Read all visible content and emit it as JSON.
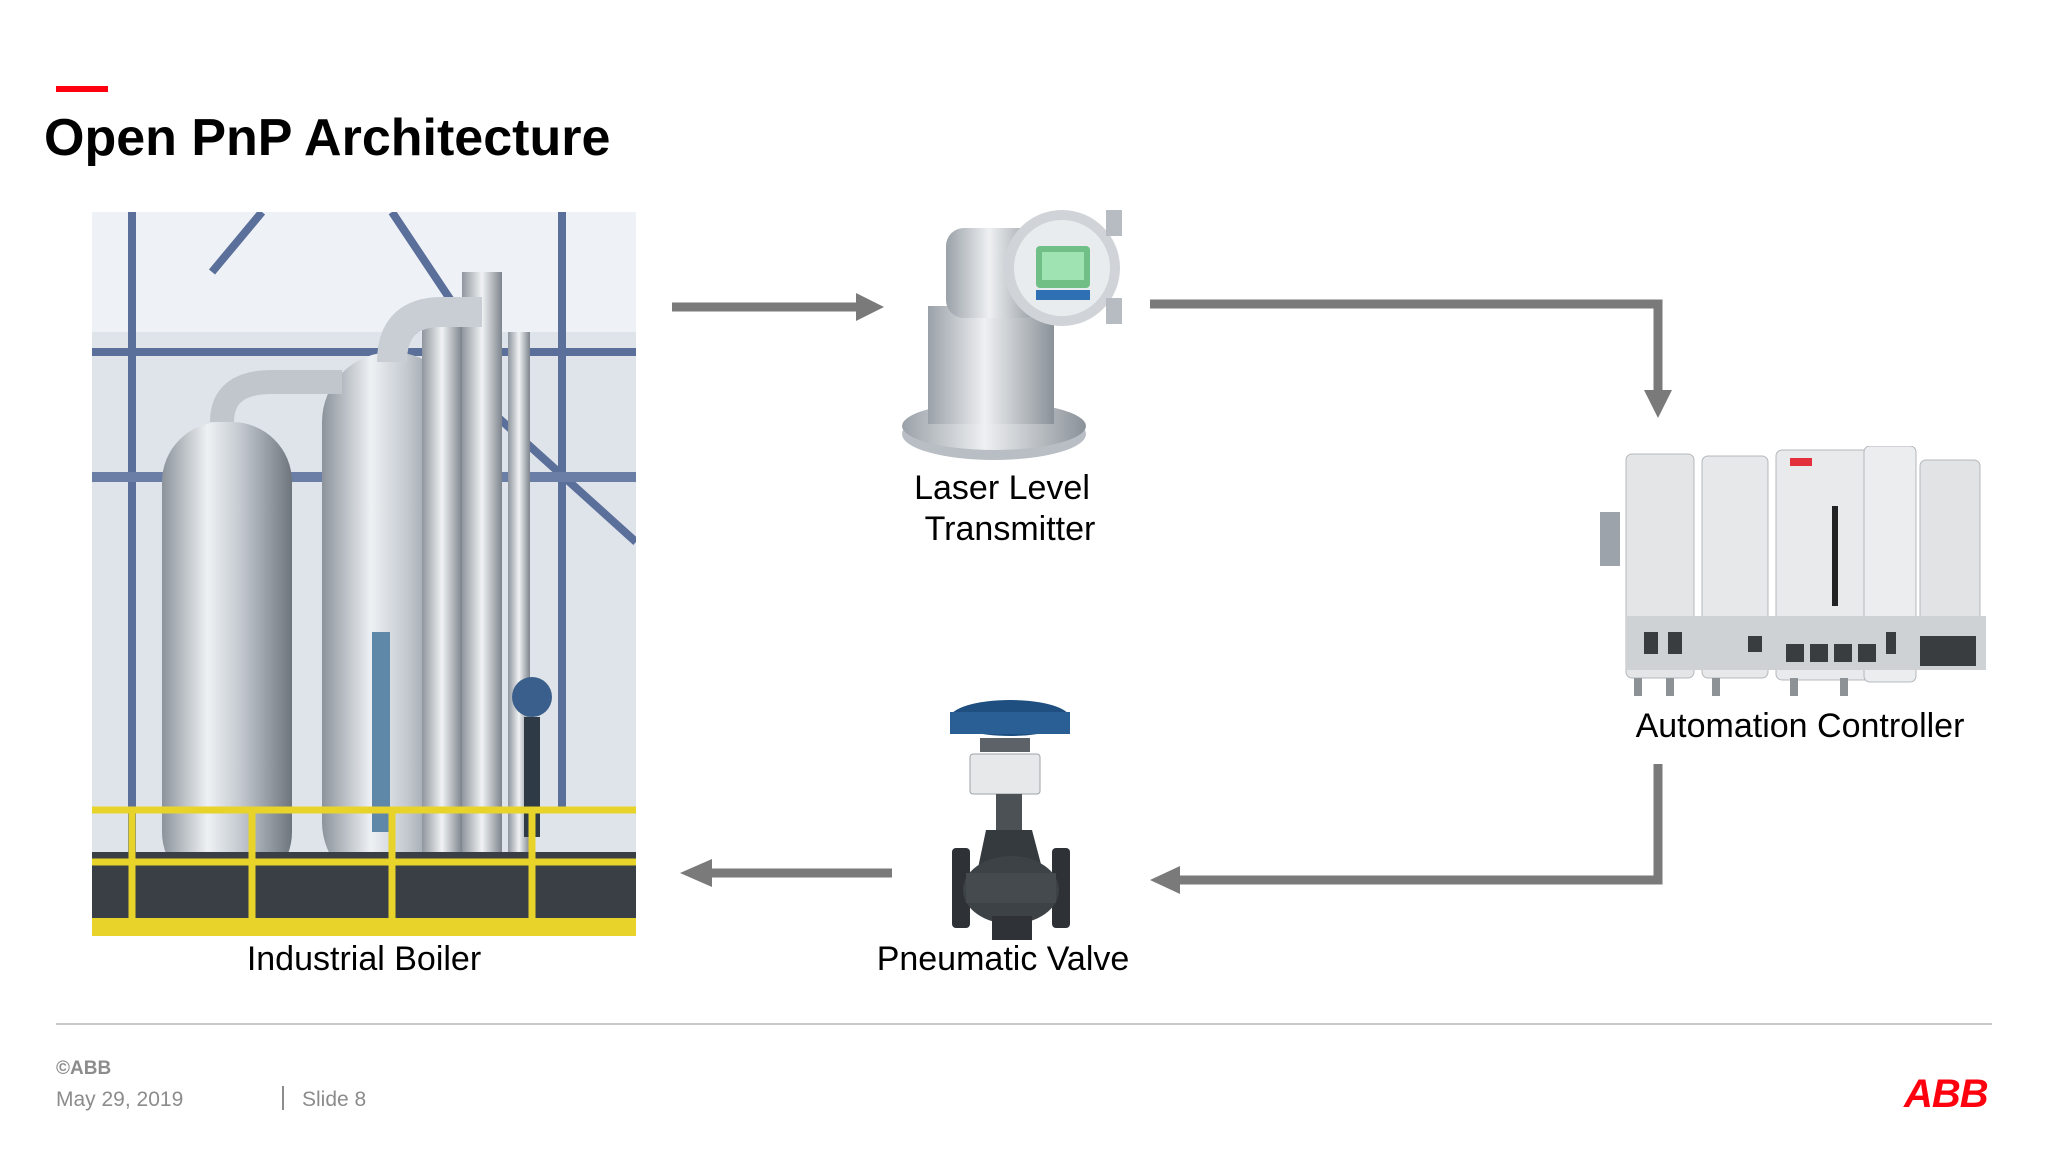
{
  "slide": {
    "title": "Open PnP Architecture",
    "accent_color": "#ff000f"
  },
  "nodes": {
    "boiler": {
      "label": "Industrial Boiler",
      "icon": "industrial-boiler-image"
    },
    "transmitter": {
      "label_line1": "Laser Level",
      "label_line2": "Transmitter",
      "icon": "laser-level-transmitter-image"
    },
    "controller": {
      "label": "Automation Controller",
      "icon": "automation-controller-image"
    },
    "valve": {
      "label": "Pneumatic Valve",
      "icon": "pneumatic-valve-image"
    }
  },
  "footer": {
    "copyright": "©ABB",
    "date": "May 29, 2019",
    "slide": "Slide 8",
    "logo": "ABB"
  }
}
